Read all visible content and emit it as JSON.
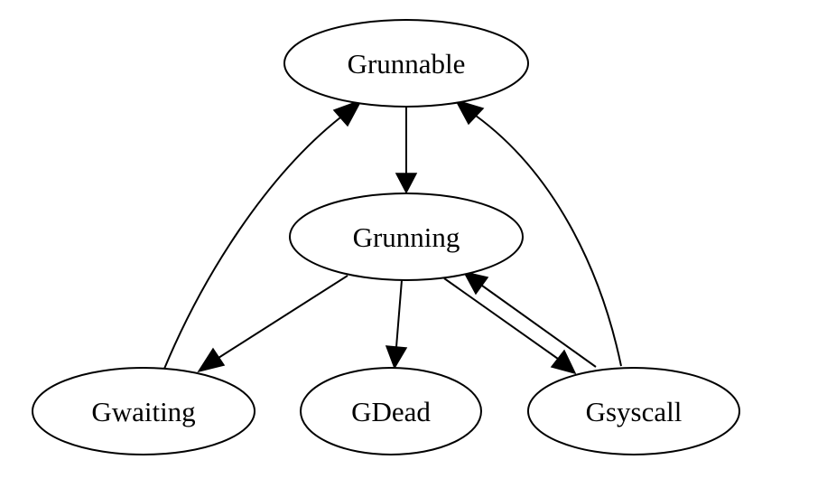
{
  "diagram": {
    "type": "state-graph",
    "nodes": [
      {
        "id": "grunnable",
        "label": "Grunnable",
        "shape": "ellipse"
      },
      {
        "id": "grunning",
        "label": "Grunning",
        "shape": "ellipse"
      },
      {
        "id": "gwaiting",
        "label": "Gwaiting",
        "shape": "ellipse"
      },
      {
        "id": "gdead",
        "label": "GDead",
        "shape": "ellipse"
      },
      {
        "id": "gsyscall",
        "label": "Gsyscall",
        "shape": "ellipse"
      }
    ],
    "edges": [
      {
        "from": "grunnable",
        "to": "grunning"
      },
      {
        "from": "grunning",
        "to": "gwaiting"
      },
      {
        "from": "grunning",
        "to": "gdead"
      },
      {
        "from": "grunning",
        "to": "gsyscall"
      },
      {
        "from": "gsyscall",
        "to": "grunning"
      },
      {
        "from": "gwaiting",
        "to": "grunnable"
      },
      {
        "from": "gsyscall",
        "to": "grunnable"
      }
    ]
  }
}
